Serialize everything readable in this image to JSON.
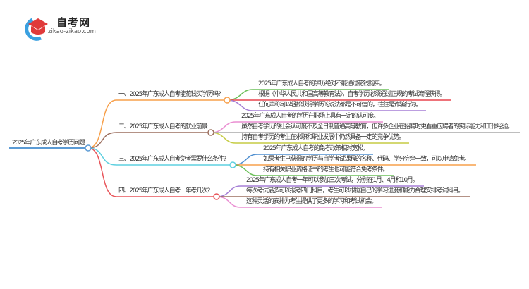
{
  "logo": {
    "name": "自考网",
    "url": "zikao-zikao.com"
  },
  "root": {
    "label": "2025年广东成人自考学历问题",
    "color": "#5b9bd5"
  },
  "branches": [
    {
      "label": "一、2025年广东成人自考能花钱买学历吗?",
      "color": "#f7a04b",
      "leaves": [
        {
          "text": "2025年广东成人自考的学历绝对不能通过花钱购买。",
          "color": "#6cc05a"
        },
        {
          "text": "根据《中华人民共和国高等教育法》，自考学历必须通过正规的考试流程获得。",
          "color": "#e8454f"
        },
        {
          "text": "任何声称可以轻松获得学历的说法都是不可信的，往往是诈骗行为。",
          "color": "#a57fd6"
        }
      ]
    },
    {
      "label": "二、2025年广东成人自考的就业前景",
      "color": "#9c6e5e",
      "leaves": [
        {
          "text": "2025年广东成人自考的学历在职场上具有一定的认可度。",
          "color": "#ea8fd2"
        },
        {
          "text": "虽然自考学历的社会认可度不及全日制普通高等教育，但许多企业在招聘时更看重应聘者的实际能力和工作经验。",
          "color": "#a8a8a8"
        },
        {
          "text": "持有自考学历的考生在求职和职业发展中仍然具备一定的竞争优势。",
          "color": "#c5cc44"
        }
      ]
    },
    {
      "label": "三、2025年广东成人自考免考需要什么条件?",
      "color": "#5fd0e0",
      "leaves": [
        {
          "text": "2025年广东成人自考的免考政策相对宽松。",
          "color": "#4f8fd0"
        },
        {
          "text": "如果考生已获得的学历与自学考试课程的名称、代码、学分完全一致，可以申请免考。",
          "color": "#f7a04b"
        },
        {
          "text": "持有相关职业资格证书的考生也可能符合免考条件。",
          "color": "#6cc05a"
        }
      ]
    },
    {
      "label": "四、2025年广东成人自考一年考几次?",
      "color": "#e8555a",
      "leaves": [
        {
          "text": "2025年广东成人自考一年可以参加三次考试，分别在1月、4月和10月。",
          "color": "#a57fd6"
        },
        {
          "text": "每次考试最多可以报考四门科目，考生可以根据自己的学习进度和能力合理安排考试科目。",
          "color": "#9c6e5e"
        },
        {
          "text": "这种灵活的安排为考生提供了更多的学习和考试机会。",
          "color": "#ea8fd2"
        }
      ]
    }
  ]
}
